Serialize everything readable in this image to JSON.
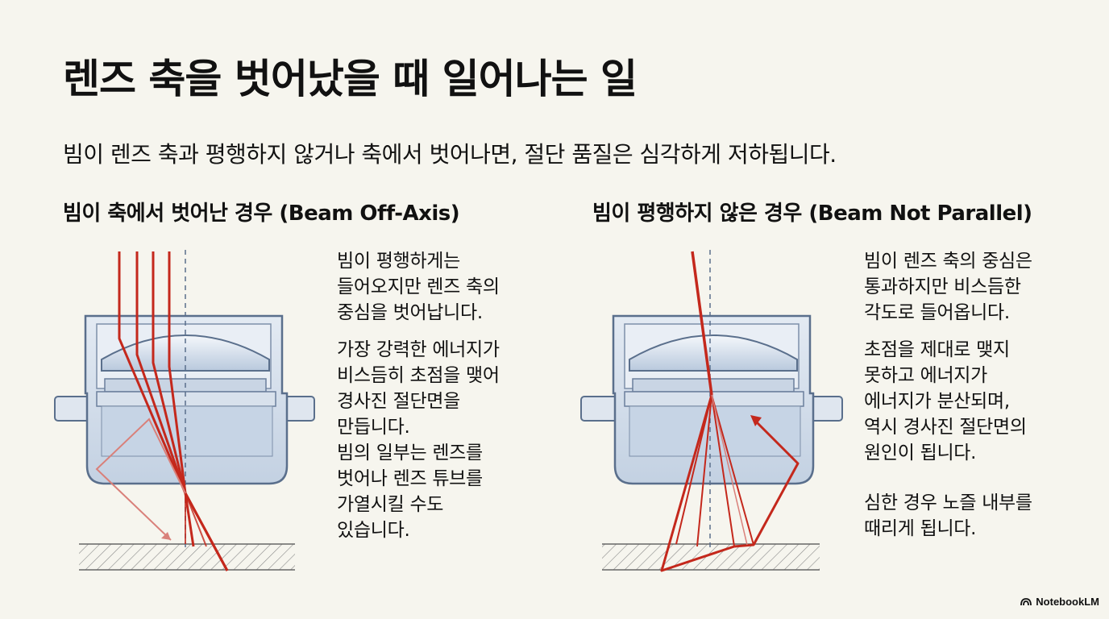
{
  "title": "렌즈 축을 벗어났을 때 일어나는 일",
  "subtitle": "빔이 렌즈 축과 평행하지 않거나 축에서 벗어나면, 절단 품질은 심각하게 저하됩니다.",
  "left_panel": {
    "heading": "빔이 축에서 벗어난 경우 (Beam Off-Axis)",
    "lines_a": [
      "빔이 평행하게는",
      "들어오지만 렌즈 축의",
      "중심을 벗어납니다."
    ],
    "lines_b": [
      "가장 강력한 에너지가",
      "비스듬히 초점을 맺어",
      "경사진 절단면을",
      "만듭니다."
    ],
    "lines_c": [
      "빔의 일부는 렌즈를",
      "벗어나 렌즈 튜브를",
      "가열시킬 수도",
      "있습니다."
    ]
  },
  "right_panel": {
    "heading": "빔이 평행하지 않은 경우 (Beam Not Parallel)",
    "lines_a": [
      "빔이 렌즈 축의 중심은",
      "통과하지만 비스듬한",
      "각도로 들어옵니다."
    ],
    "lines_b": [
      "초점을 제대로 맺지",
      "못하고 에너지가",
      "에너지가 분산되며,",
      "역시 경사진 절단면의",
      "원인이 됩니다."
    ],
    "lines_c": [
      "심한 경우 노즐 내부를",
      "때리게 됩니다."
    ]
  },
  "footer": {
    "brand": "NotebookLM"
  },
  "colors": {
    "beam": "#c4281c",
    "lens": "#cfdbe9",
    "housing": "#5a6f8c",
    "background": "#f6f5ee"
  }
}
